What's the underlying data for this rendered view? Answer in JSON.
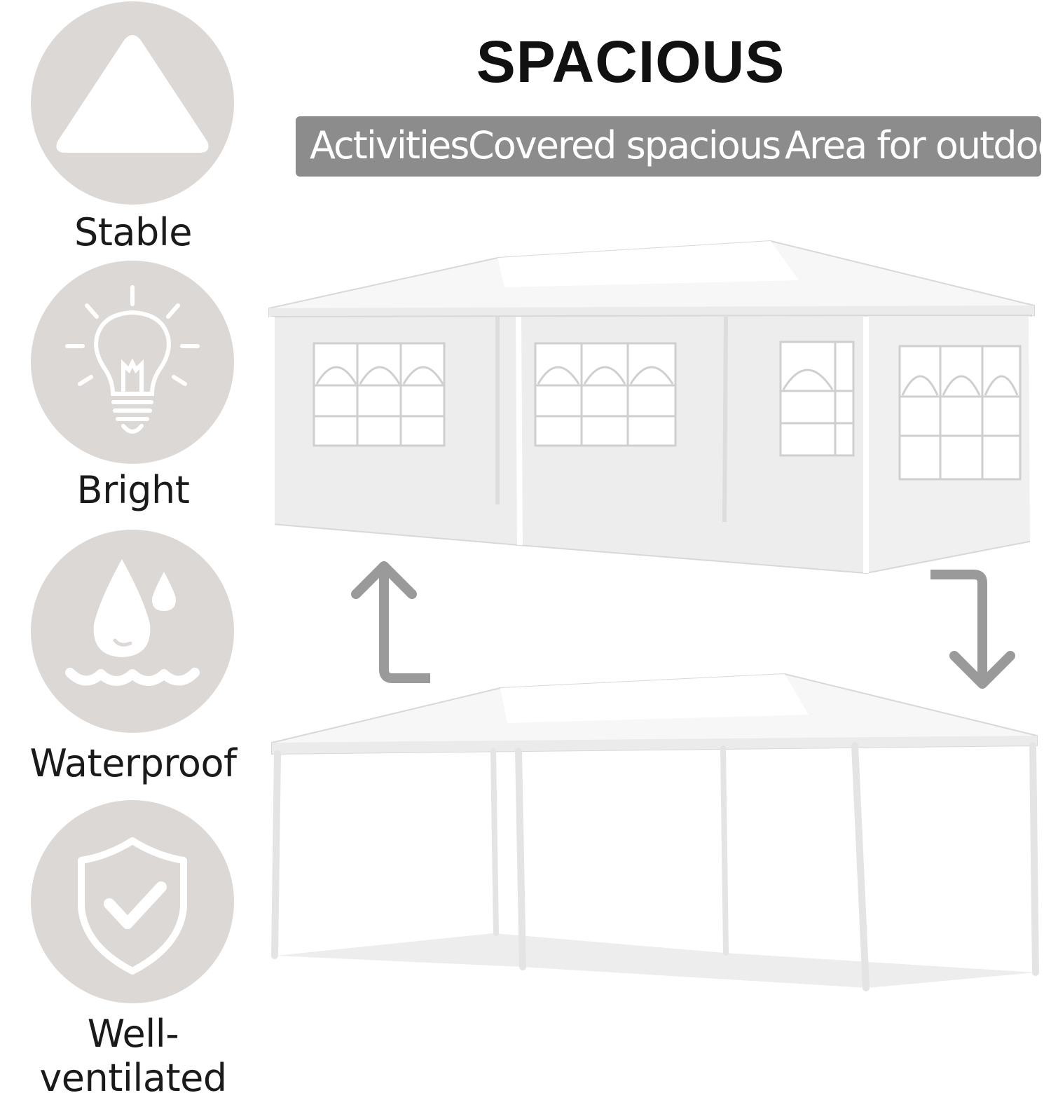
{
  "heading": {
    "title": "SPACIOUS",
    "banner_parts": [
      "Activities",
      "Covered spacious",
      "Area for outdoor"
    ]
  },
  "features": [
    {
      "label": "Stable",
      "icon": "triangle-icon"
    },
    {
      "label": "Bright",
      "icon": "lightbulb-icon"
    },
    {
      "label": "Waterproof",
      "icon": "water-drops-icon"
    },
    {
      "label": "Well-ventilated",
      "icon": "shield-check-icon"
    }
  ],
  "images": {
    "top": "tent-with-window-sidewalls",
    "bottom": "open-tent-canopy",
    "arrows": [
      "arrow-up-icon",
      "arrow-down-icon"
    ]
  },
  "colors": {
    "circle": "#dcd8d6",
    "banner": "#8c8c8c",
    "arrow": "#9a9a9a",
    "tent_wall": "#eeeeee"
  }
}
